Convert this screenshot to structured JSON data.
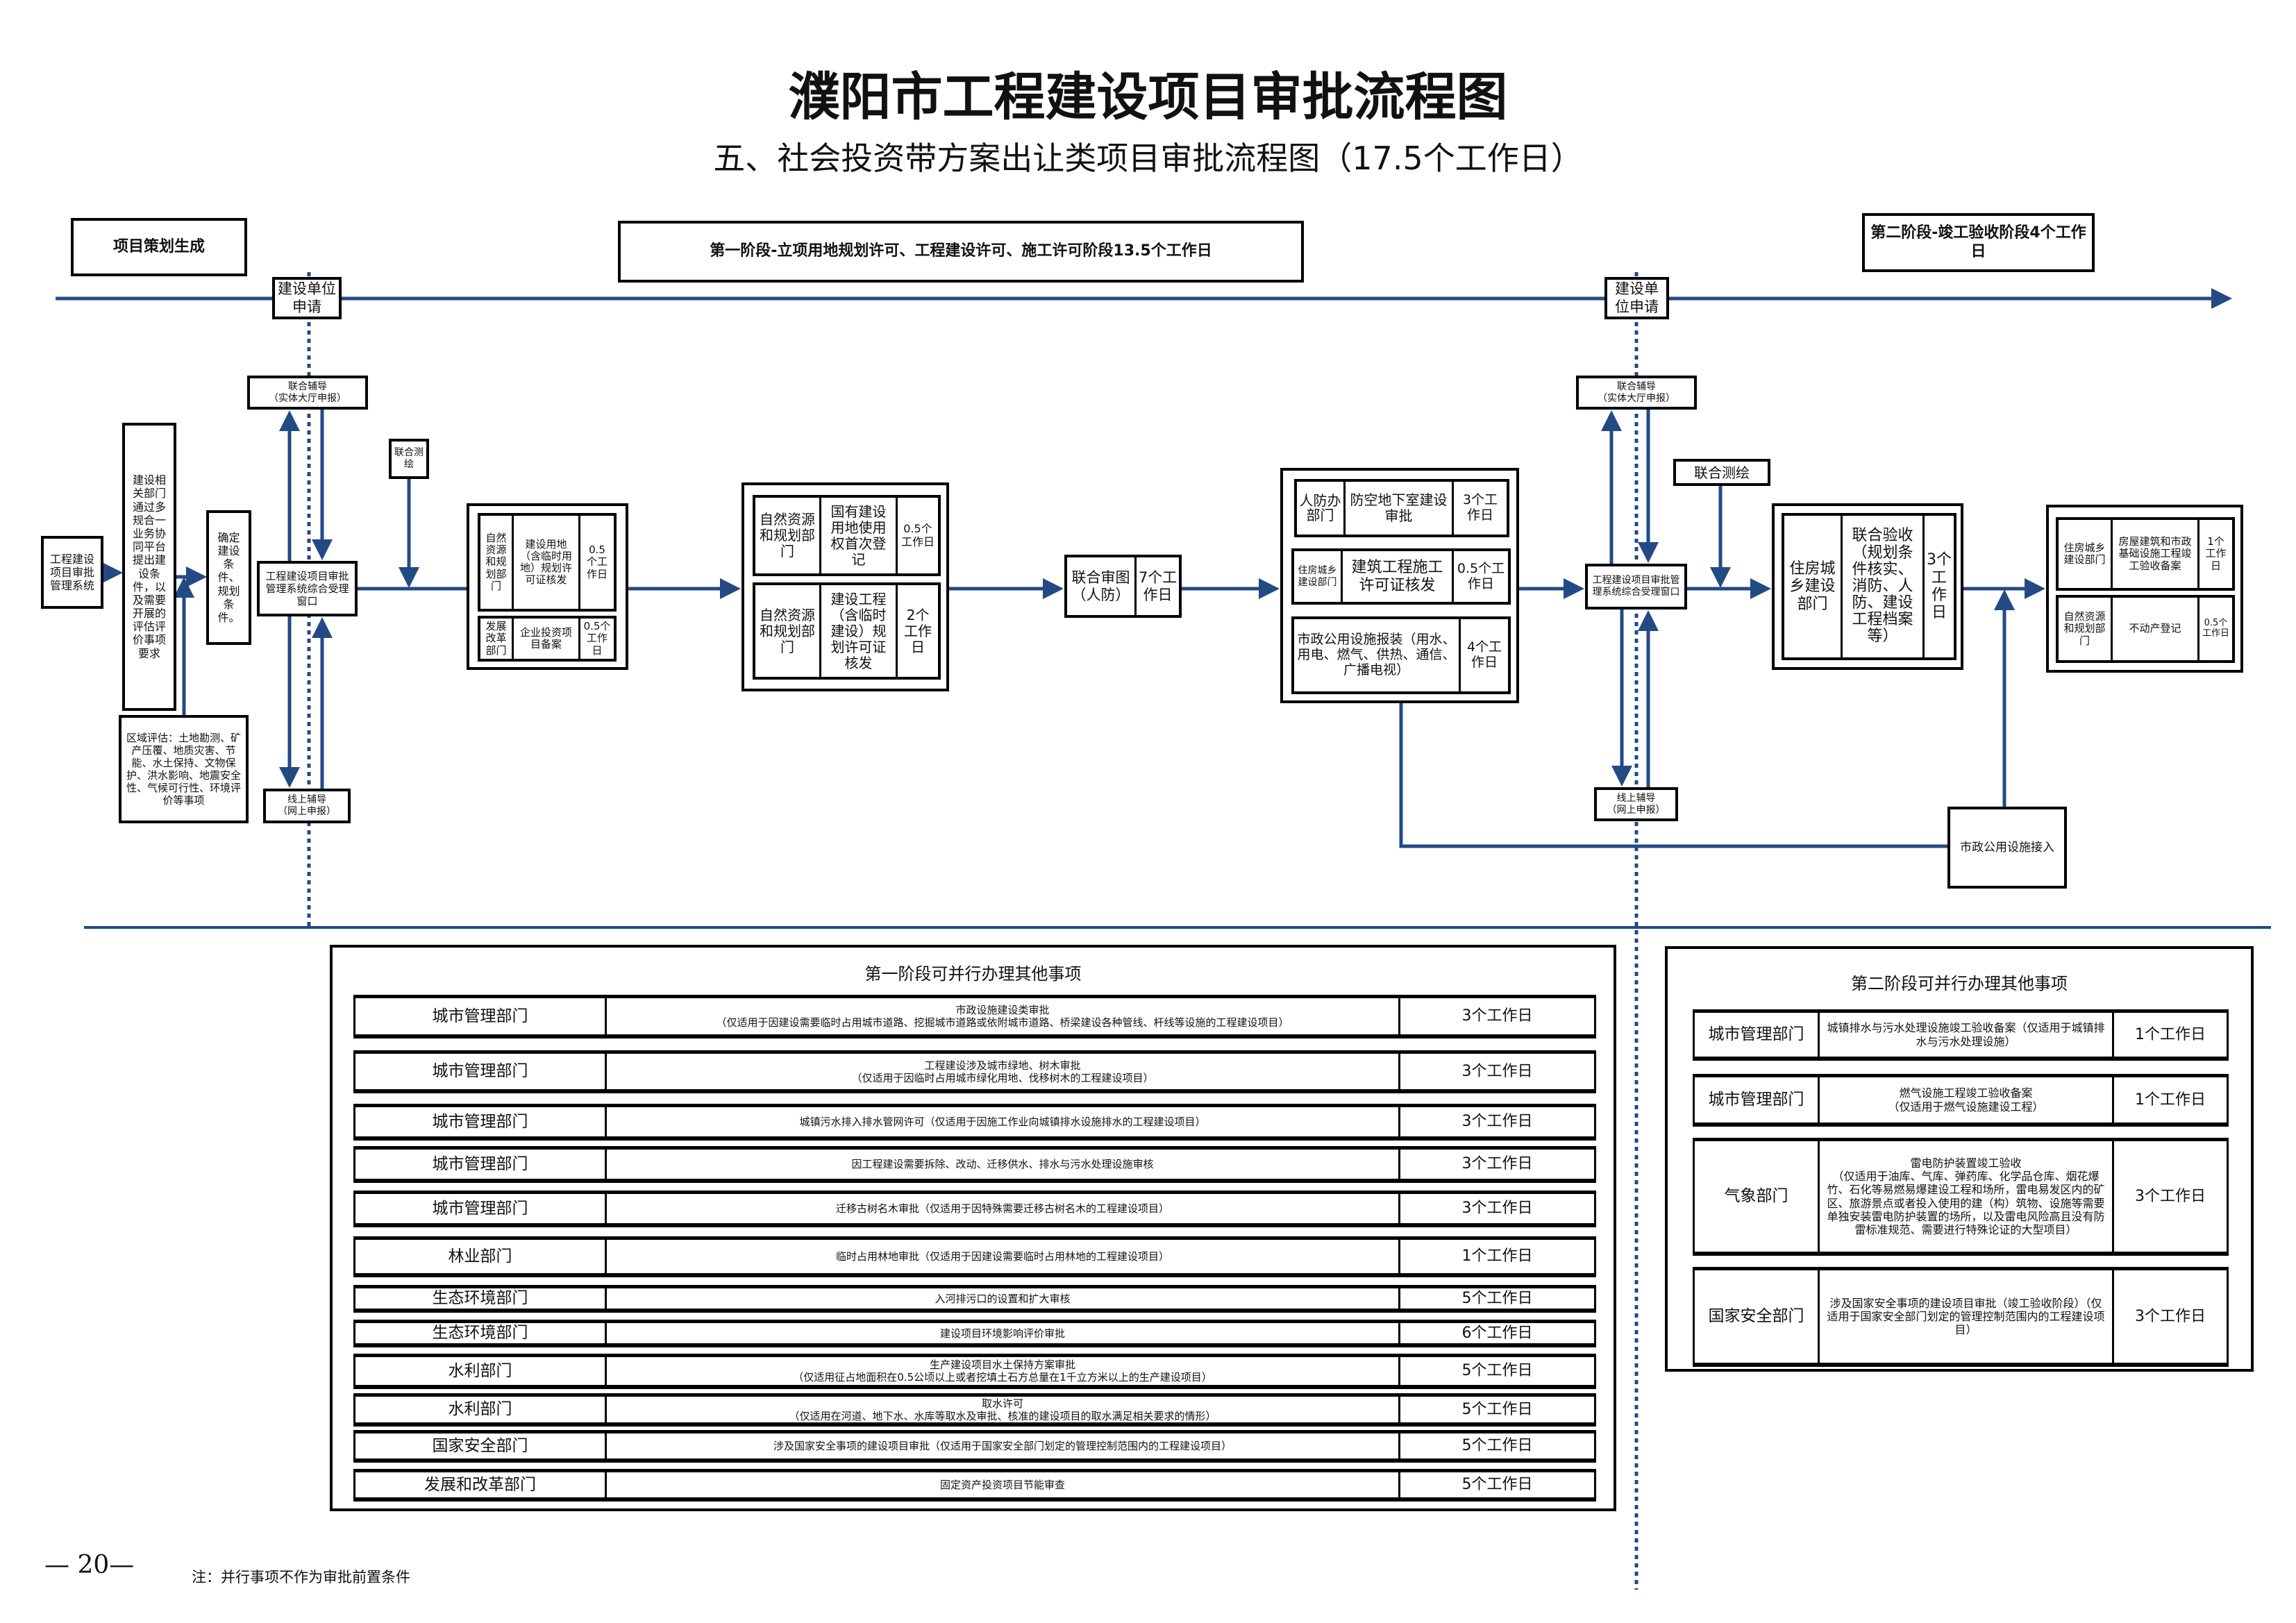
{
  "header": {
    "title": "濮阳市工程建设项目审批流程图",
    "subtitle": "五、社会投资带方案出让类项目审批流程图（17.5个工作日）"
  },
  "colors": {
    "arrow": "#234a84",
    "border": "#000000"
  },
  "phases": {
    "planning": "项目策划生成",
    "stage1": "第一阶段-立项用地规划许可、工程建设许可、施工许可阶段13.5个工作日",
    "stage2": "第二阶段-竣工验收阶段4个工作日"
  },
  "flow": {
    "apply1": "建设单位申请",
    "apply2": "建设单位申请",
    "system": "工程建设项目审批管理系统",
    "dept_conditions": "建设相关部门通过多规合一业务协同平台提出建设条件，以及需要开展的评估评价事项要求",
    "confirm": "确定建设条件、规划条件。",
    "regional": "区域评估：土地勘测、矿产压覆、地质灾害、节能、水土保持、文物保护、洪水影响、地震安全性、气候可行性、环境评价等事项",
    "window1": "工程建设项目审批管理系统综合受理窗口",
    "window2": "工程建设项目审批管理系统综合受理窗口",
    "offline1": "联合辅导\n（实体大厅申报）",
    "offline2": "联合辅导\n（实体大厅申报）",
    "online1": "线上辅导\n（网上申报）",
    "online2": "线上辅导\n（网上申报）",
    "survey1": "联合测绘",
    "survey2": "联合测绘",
    "groupA": [
      {
        "dept": "自然资源和规划部门",
        "item": "建设用地（含临时用地）规划许可证核发",
        "days": "0.5个工作日"
      },
      {
        "dept": "发展改革部门",
        "item": "企业投资项目备案",
        "days": "0.5个工作日"
      }
    ],
    "groupB": [
      {
        "dept": "自然资源和规划部门",
        "item": "国有建设用地使用权首次登记",
        "days": "0.5个工作日"
      },
      {
        "dept": "自然资源和规划部门",
        "item": "建设工程（含临时建设）规划许可证核发",
        "days": "2个工作日"
      }
    ],
    "review": {
      "item": "联合审图（人防）",
      "days": "7个工作日"
    },
    "groupC": [
      {
        "dept": "人防办部门",
        "item": "防空地下室建设审批",
        "days": "3个工作日"
      },
      {
        "dept": "住房城乡建设部门",
        "item": "建筑工程施工许可证核发",
        "days": "0.5个工作日"
      },
      {
        "item": "市政公用设施报装（用水、用电、燃气、供热、通信、广播电视）",
        "days": "4个工作日"
      }
    ],
    "groupD": {
      "dept": "住房城乡建设部门",
      "item": "联合验收（规划条件核实、消防、人防、建设工程档案等）",
      "days": "3个工作日"
    },
    "groupE": [
      {
        "dept": "住房城乡建设部门",
        "item": "房屋建筑和市政基础设施工程竣工验收备案",
        "days": "1个工作日"
      },
      {
        "dept": "自然资源和规划部门",
        "item": "不动产登记",
        "days": "0.5个工作日"
      }
    ],
    "utility": "市政公用设施接入"
  },
  "table1": {
    "title": "第一阶段可并行办理其他事项",
    "rows": [
      {
        "dept": "城市管理部门",
        "item": "市政设施建设类审批",
        "note": "（仅适用于因建设需要临时占用城市道路、挖掘城市道路或依附城市道路、桥梁建设各种管线、杆线等设施的工程建设项目）",
        "days": "3个工作日"
      },
      {
        "dept": "城市管理部门",
        "item": "工程建设涉及城市绿地、树木审批",
        "note": "（仅适用于因临时占用城市绿化用地、伐移树木的工程建设项目）",
        "days": "3个工作日"
      },
      {
        "dept": "城市管理部门",
        "item": "城镇污水排入排水管网许可（仅适用于因施工作业向城镇排水设施排水的工程建设项目）",
        "note": "",
        "days": "3个工作日"
      },
      {
        "dept": "城市管理部门",
        "item": "因工程建设需要拆除、改动、迁移供水、排水与污水处理设施审核",
        "note": "",
        "days": "3个工作日"
      },
      {
        "dept": "城市管理部门",
        "item": "迁移古树名木审批（仅适用于因特殊需要迁移古树名木的工程建设项目）",
        "note": "",
        "days": "3个工作日"
      },
      {
        "dept": "林业部门",
        "item": "临时占用林地审批（仅适用于因建设需要临时占用林地的工程建设项目）",
        "note": "",
        "days": "1个工作日"
      },
      {
        "dept": "生态环境部门",
        "item": "入河排污口的设置和扩大审核",
        "note": "",
        "days": "5个工作日"
      },
      {
        "dept": "生态环境部门",
        "item": "建设项目环境影响评价审批",
        "note": "",
        "days": "6个工作日"
      },
      {
        "dept": "水利部门",
        "item": "生产建设项目水土保持方案审批",
        "note": "（仅适用征占地面积在0.5公顷以上或者挖填土石方总量在1千立方米以上的生产建设项目）",
        "days": "5个工作日"
      },
      {
        "dept": "水利部门",
        "item": "取水许可",
        "note": "（仅适用在河道、地下水、水库等取水及审批、核准的建设项目的取水满足相关要求的情形）",
        "days": "5个工作日"
      },
      {
        "dept": "国家安全部门",
        "item": "涉及国家安全事项的建设项目审批（仅适用于国家安全部门划定的管理控制范围内的工程建设项目）",
        "note": "",
        "days": "5个工作日"
      },
      {
        "dept": "发展和改革部门",
        "item": "固定资产投资项目节能审查",
        "note": "",
        "days": "5个工作日"
      }
    ]
  },
  "table2": {
    "title": "第二阶段可并行办理其他事项",
    "rows": [
      {
        "dept": "城市管理部门",
        "item": "城镇排水与污水处理设施竣工验收备案（仅适用于城镇排水与污水处理设施）",
        "note": "",
        "days": "1个工作日"
      },
      {
        "dept": "城市管理部门",
        "item": "燃气设施工程竣工验收备案",
        "note": "（仅适用于燃气设施建设工程）",
        "days": "1个工作日"
      },
      {
        "dept": "气象部门",
        "item": "雷电防护装置竣工验收",
        "note": "（仅适用于油库、气库、弹药库、化学品仓库、烟花爆竹、石化等易燃易爆建设工程和场所，雷电易发区内的矿区、旅游景点或者投入使用的建（构）筑物、设施等需要单独安装雷电防护装置的场所，以及雷电风险高且没有防雷标准规范、需要进行特殊论证的大型项目）",
        "days": "3个工作日"
      },
      {
        "dept": "国家安全部门",
        "item": "涉及国家安全事项的建设项目审批（竣工验收阶段）（仅适用于国家安全部门划定的管理控制范围内的工程建设项目）",
        "note": "",
        "days": "3个工作日"
      }
    ]
  },
  "footer": {
    "page_number": "— 20—",
    "note": "注：并行事项不作为审批前置条件"
  }
}
